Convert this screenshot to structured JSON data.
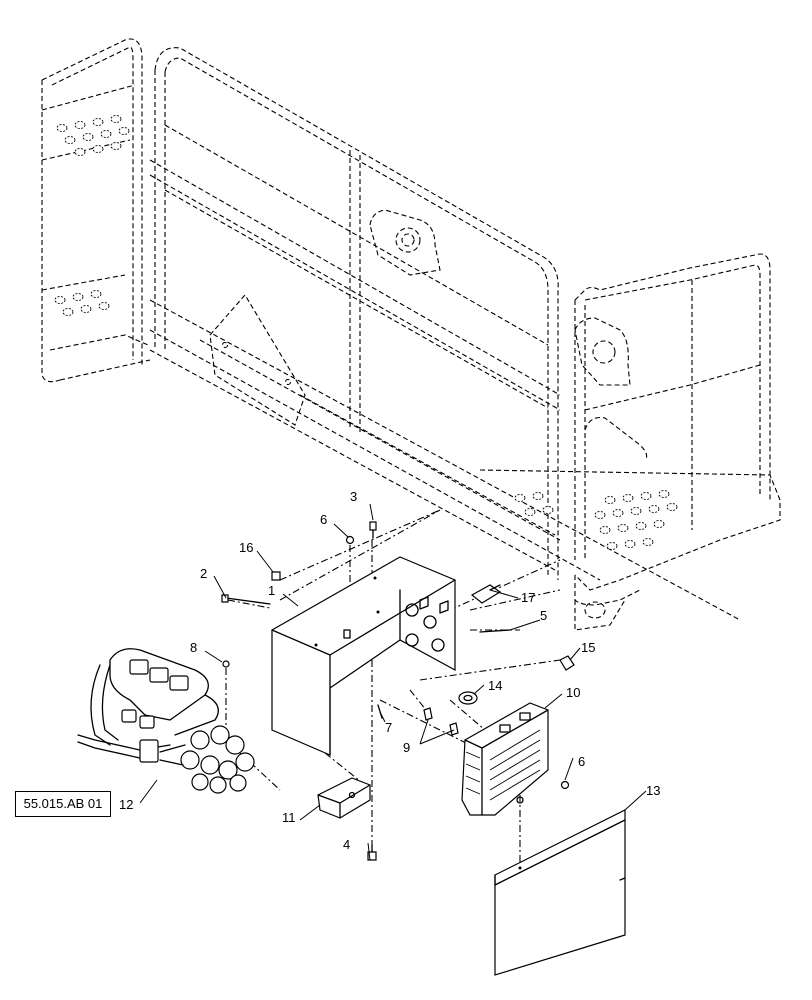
{
  "diagram": {
    "reference_link": "55.015.AB 01",
    "callouts": {
      "c1": "1",
      "c2": "2",
      "c3": "3",
      "c4": "4",
      "c5": "5",
      "c6a": "6",
      "c6b": "6",
      "c7": "7",
      "c8": "8",
      "c9": "9",
      "c10": "10",
      "c11": "11",
      "c12": "12",
      "c13": "13",
      "c14": "14",
      "c15": "15",
      "c16": "16",
      "c17": "17"
    }
  }
}
